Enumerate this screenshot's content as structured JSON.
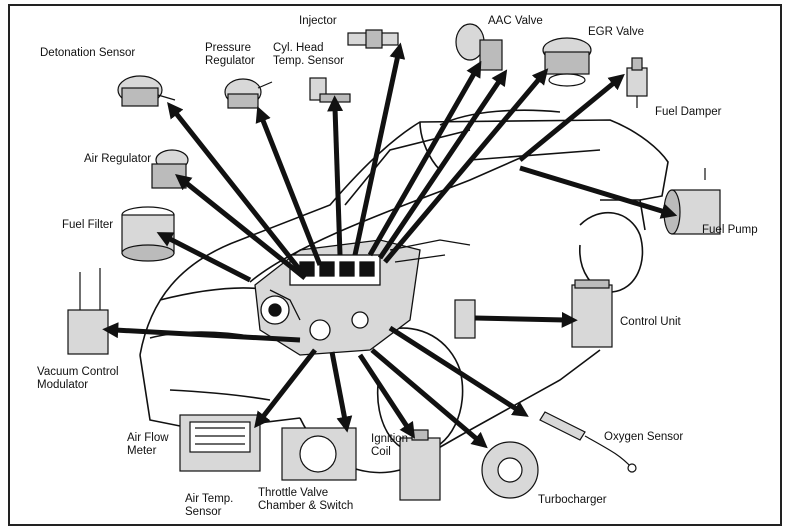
{
  "labels": {
    "detonation_sensor": "Detonation Sensor",
    "pressure_regulator": "Pressure\nRegulator",
    "cyl_head_temp_sensor": "Cyl. Head\nTemp. Sensor",
    "injector": "Injector",
    "aac_valve": "AAC Valve",
    "egr_valve": "EGR Valve",
    "fuel_damper": "Fuel Damper",
    "air_regulator": "Air Regulator",
    "fuel_filter": "Fuel Filter",
    "fuel_pump": "Fuel Pump",
    "control_unit": "Control Unit",
    "vacuum_control_modulator": "Vacuum Control\nModulator",
    "air_flow_meter": "Air Flow\nMeter",
    "air_temp_sensor": "Air Temp.\nSensor",
    "throttle_valve": "Throttle Valve\nChamber & Switch",
    "ignition_coil": "Ignition\nCoil",
    "turbocharger": "Turbocharger",
    "oxygen_sensor": "Oxygen Sensor"
  },
  "colors": {
    "ink": "#111111",
    "paper": "#ffffff",
    "shade": "#d8d8d8"
  }
}
